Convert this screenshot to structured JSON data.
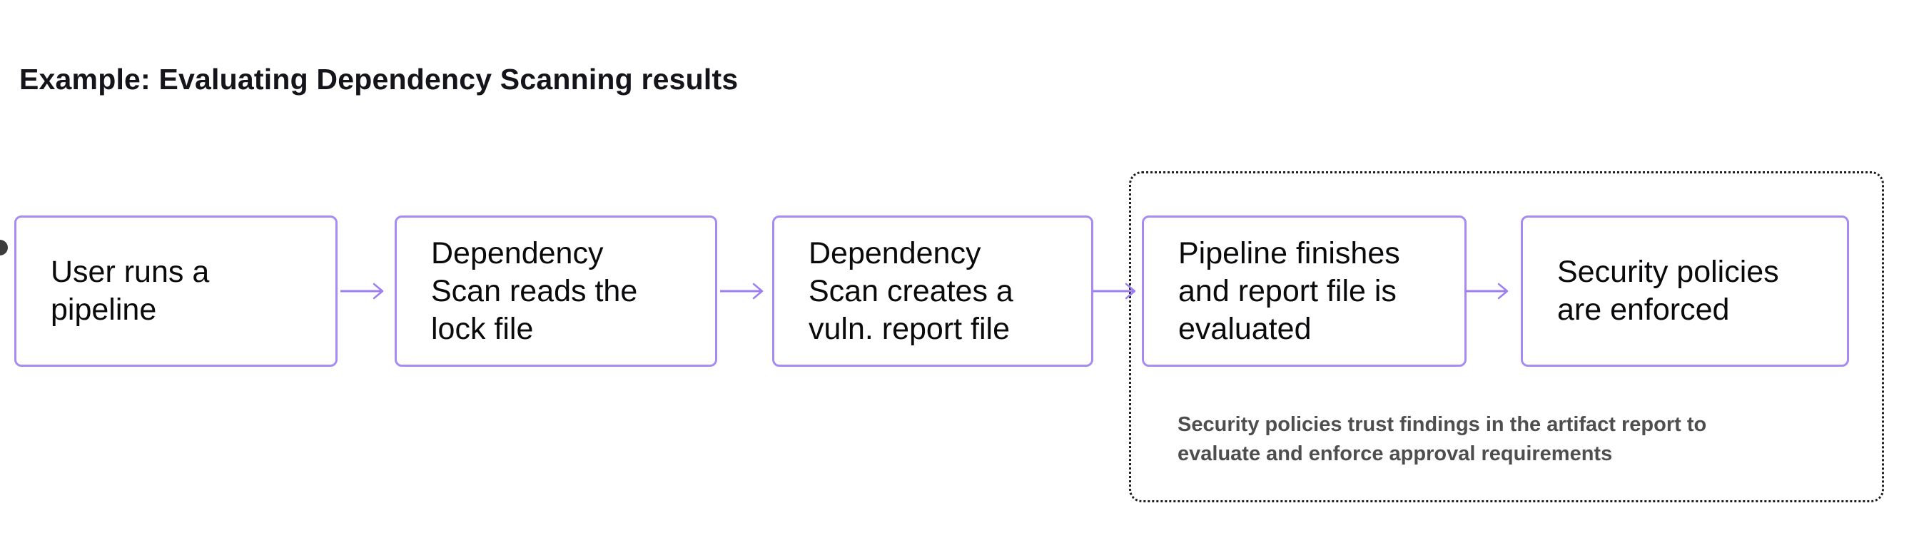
{
  "title": "Example: Evaluating Dependency Scanning results",
  "flow": {
    "steps": [
      {
        "id": "user-runs-pipeline",
        "lines": [
          "User runs a",
          "pipeline"
        ]
      },
      {
        "id": "scan-reads-lock-file",
        "lines": [
          "Dependency",
          "Scan reads the",
          "lock file"
        ]
      },
      {
        "id": "scan-creates-vuln-report",
        "lines": [
          "Dependency",
          "Scan creates a",
          "vuln. report file"
        ]
      },
      {
        "id": "pipeline-finishes-evaluated",
        "lines": [
          "Pipeline finishes",
          "and report file is",
          "evaluated"
        ]
      },
      {
        "id": "security-policies-enforced",
        "lines": [
          "Security policies",
          "are enforced"
        ]
      }
    ]
  },
  "policy_group": {
    "caption_lines": [
      "Security policies trust findings in the artifact report to",
      "evaluate and enforce approval requirements"
    ]
  },
  "colors": {
    "accent": "#a78bf2",
    "arrow": "#9d7ff0",
    "title-text": "#16141b",
    "box-text": "#0a0a0c",
    "caption-text": "#4e4e4e",
    "group-border": "#1e1e1e",
    "decoration": "#3d3d3d",
    "background": "#ffffff"
  }
}
